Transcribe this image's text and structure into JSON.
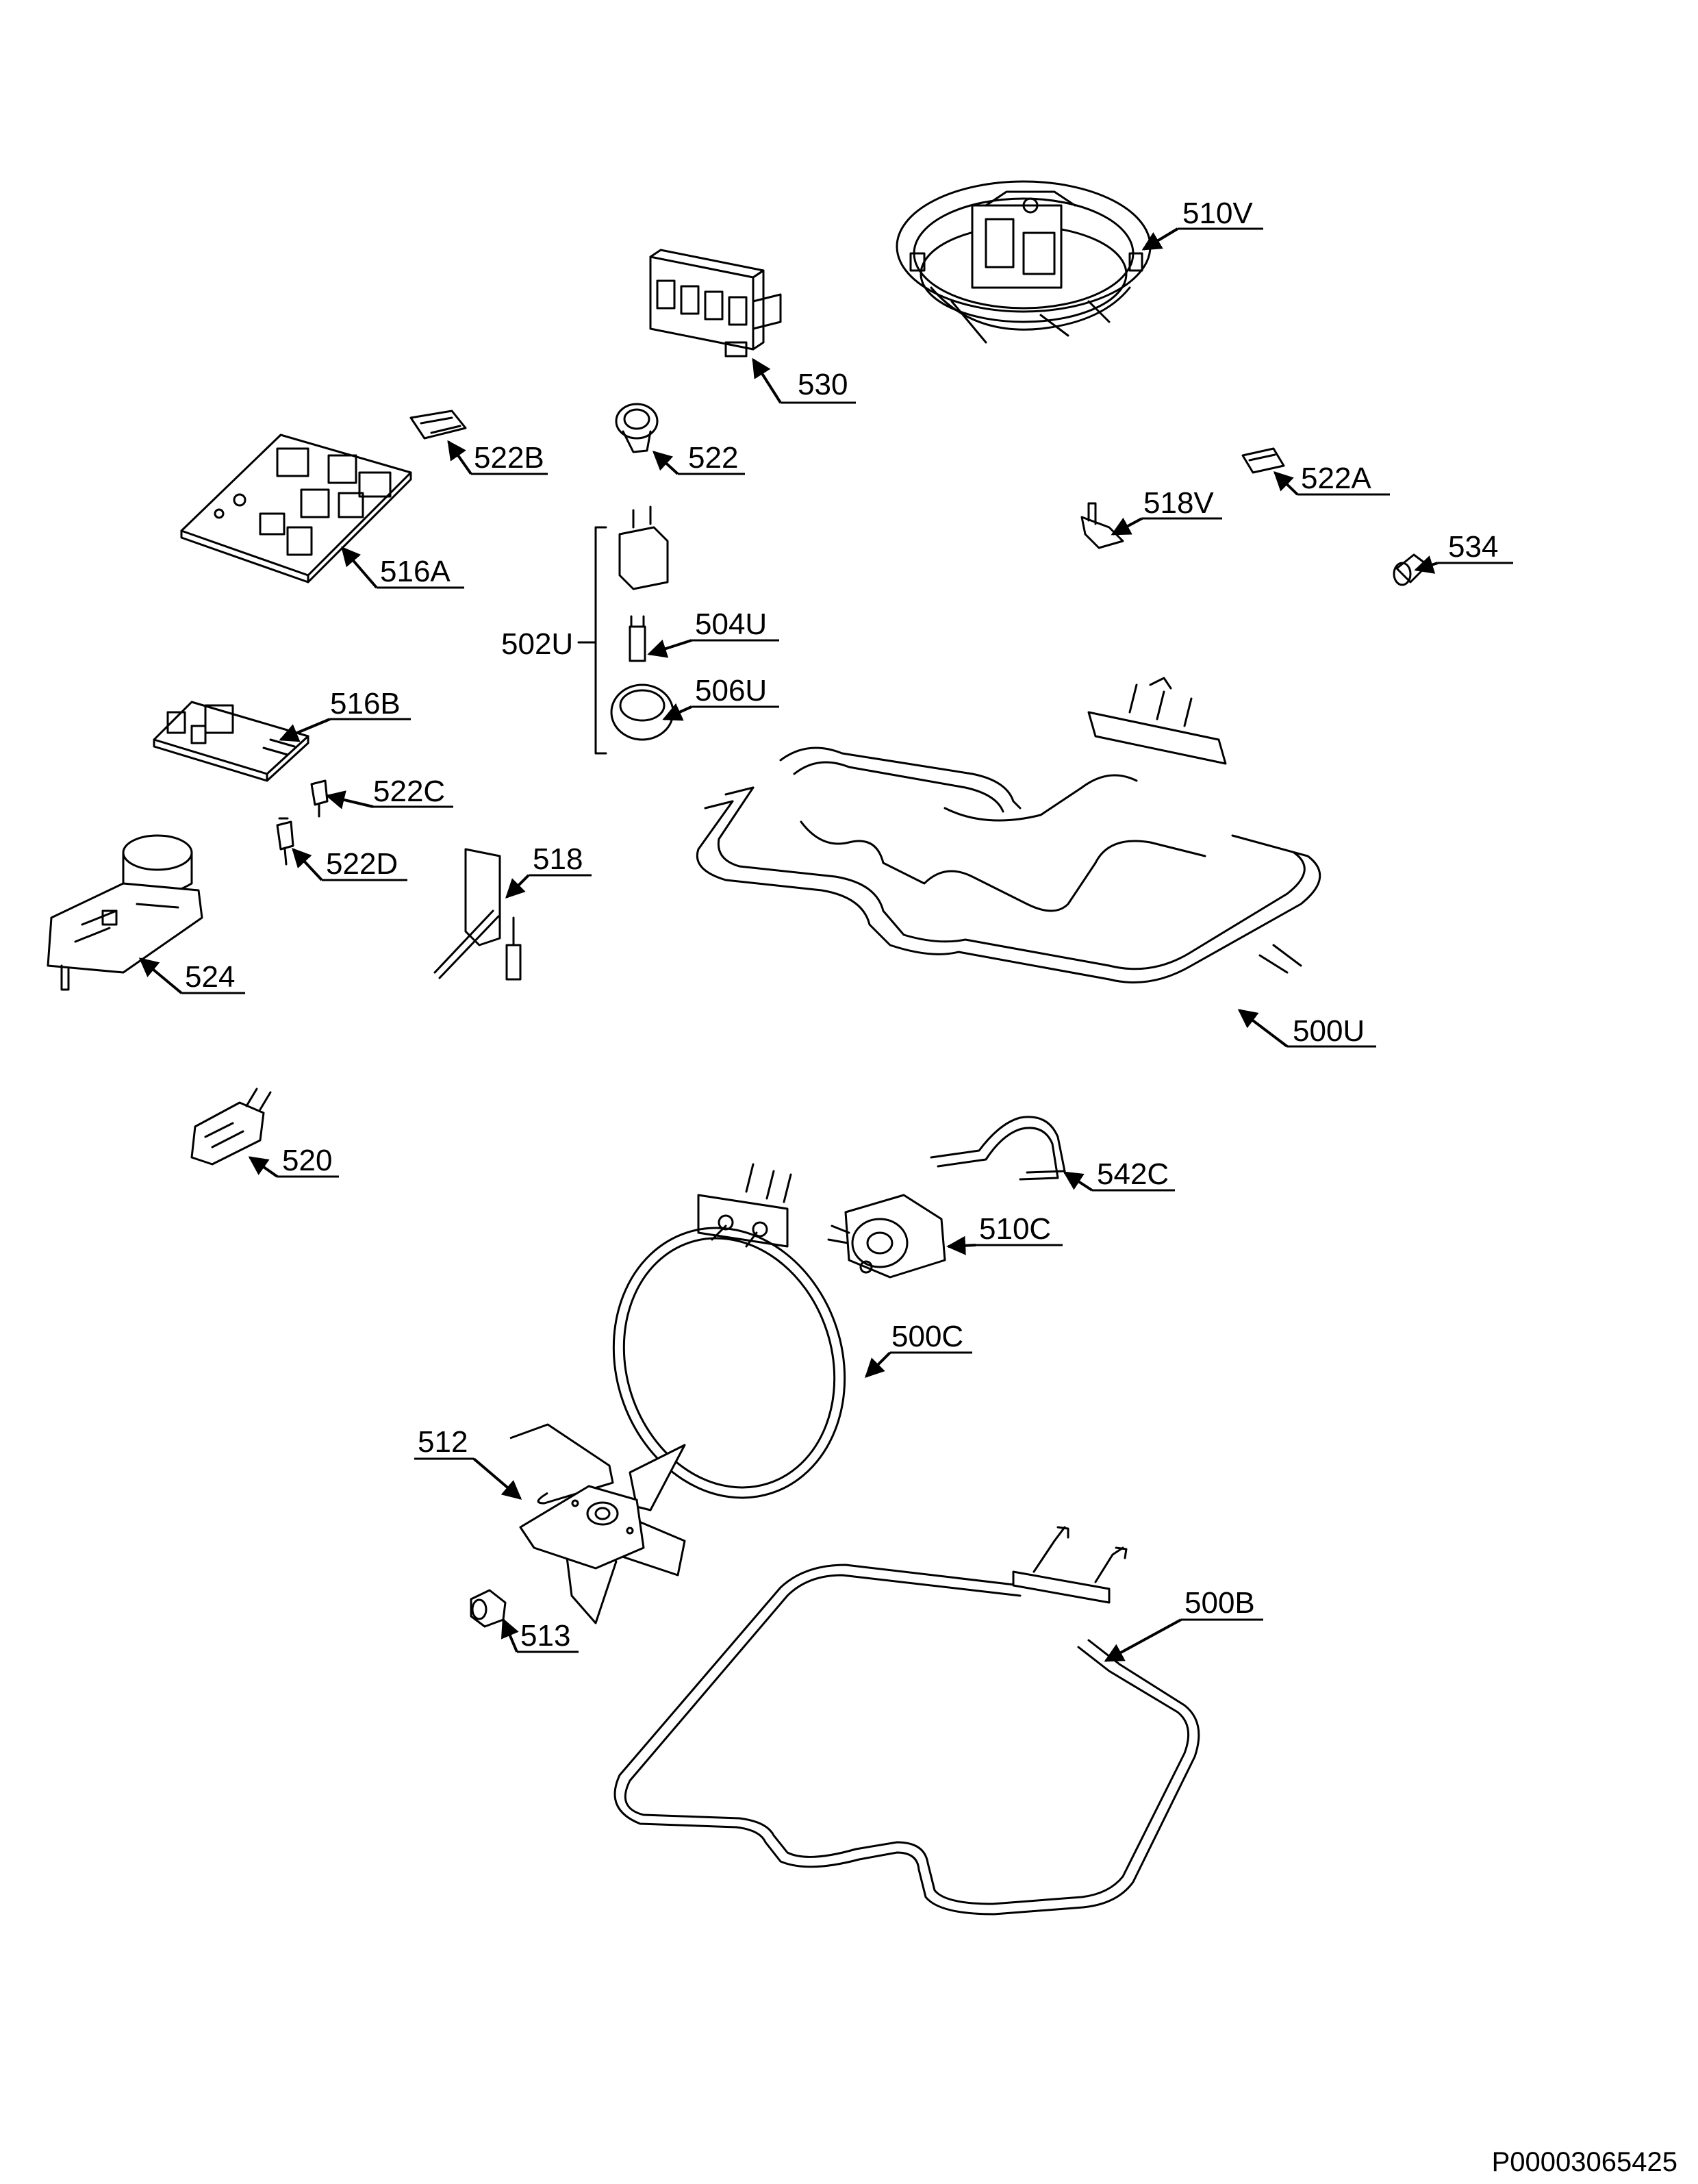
{
  "callouts": [
    {
      "id": "510V",
      "label": "510V"
    },
    {
      "id": "530",
      "label": "530"
    },
    {
      "id": "522B",
      "label": "522B"
    },
    {
      "id": "522",
      "label": "522"
    },
    {
      "id": "522A",
      "label": "522A"
    },
    {
      "id": "518V",
      "label": "518V"
    },
    {
      "id": "534",
      "label": "534"
    },
    {
      "id": "516A",
      "label": "516A"
    },
    {
      "id": "502U",
      "label": "502U"
    },
    {
      "id": "504U",
      "label": "504U"
    },
    {
      "id": "506U",
      "label": "506U"
    },
    {
      "id": "516B",
      "label": "516B"
    },
    {
      "id": "522C",
      "label": "522C"
    },
    {
      "id": "522D",
      "label": "522D"
    },
    {
      "id": "518",
      "label": "518"
    },
    {
      "id": "524",
      "label": "524"
    },
    {
      "id": "500U",
      "label": "500U"
    },
    {
      "id": "520",
      "label": "520"
    },
    {
      "id": "542C",
      "label": "542C"
    },
    {
      "id": "510C",
      "label": "510C"
    },
    {
      "id": "500C",
      "label": "500C"
    },
    {
      "id": "512",
      "label": "512"
    },
    {
      "id": "513",
      "label": "513"
    },
    {
      "id": "500B",
      "label": "500B"
    }
  ],
  "document_id": "P00003065425"
}
